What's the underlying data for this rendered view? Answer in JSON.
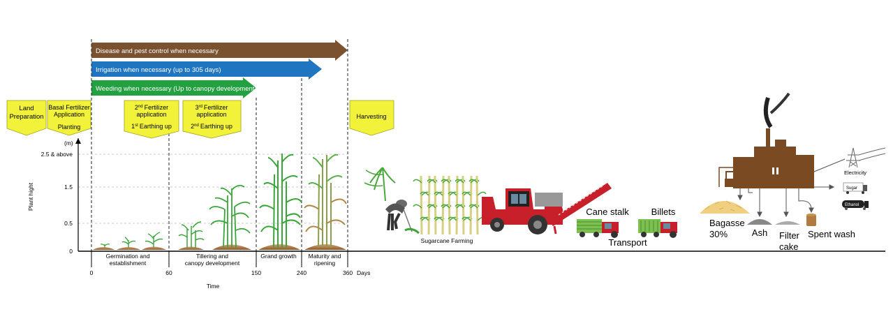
{
  "activities": {
    "disease": "Disease and pest control when necessary",
    "irrigation": "Irrigation when necessary (up to 305 days)",
    "weeding": "Weeding when necessary (Up to canopy development)"
  },
  "flags": {
    "land_prep": [
      "Land",
      "Preparation"
    ],
    "basal": [
      "Basal Fertilizer",
      "Application",
      "Planting"
    ],
    "second": [
      "Fertilizer",
      "application",
      "Earthing up"
    ],
    "second_sup": [
      "nd",
      "st"
    ],
    "second_num": [
      "2",
      "1"
    ],
    "third": [
      "Fertilizer",
      "application",
      "Earthing up"
    ],
    "third_sup": [
      "rd",
      "nd"
    ],
    "third_num": [
      "3",
      "2"
    ],
    "harvest": "Harvesting"
  },
  "axes": {
    "y_unit": "(m)",
    "y_ticks": [
      "2.5 & above",
      "1.5",
      "0.5",
      "0"
    ],
    "y_label": "Plant hight",
    "x_ticks": [
      "0",
      "60",
      "150",
      "240",
      "360"
    ],
    "x_unit": "Days",
    "x_label": "Time"
  },
  "stages": [
    [
      "Germination and",
      "establishment"
    ],
    [
      "Tillering and",
      "canopy development"
    ],
    [
      "Grand growth"
    ],
    [
      "Maturity and",
      "ripening"
    ]
  ],
  "process": {
    "farming": "Sugarcane Farming",
    "cane_stalk": "Cane stalk",
    "billets": "Billets",
    "transport": "Transport",
    "bagasse": [
      "Bagasse",
      "30%"
    ],
    "ash": "Ash",
    "filter_cake": [
      "Filter",
      "cake"
    ],
    "spent_wash": "Spent wash",
    "electricity": "Electricity",
    "sugar": "Sugar",
    "ethanol": "Ethanol"
  },
  "colors": {
    "disease": "#7b5230",
    "irrigation": "#1f75c0",
    "weeding": "#23a040",
    "flag": "#f2f23a",
    "factory": "#7a4a22",
    "cane": "#4aa83a",
    "harvester": "#c8202a"
  }
}
